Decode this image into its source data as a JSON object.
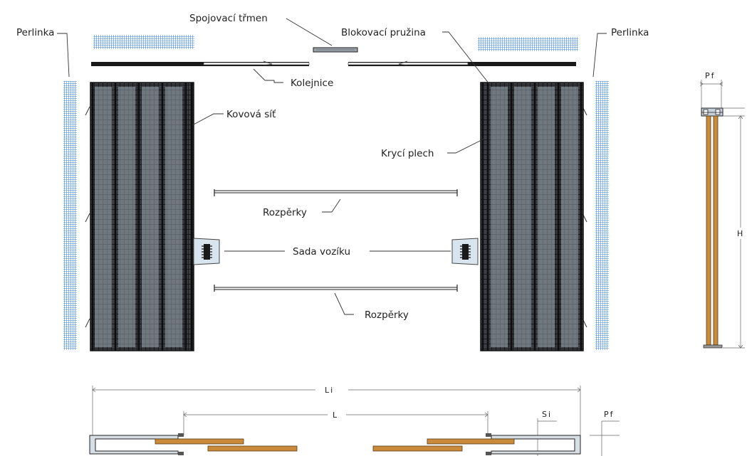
{
  "labels": {
    "spojovaci_trmen": "Spojovací třmen",
    "blokovaci_pruzina": "Blokovací pružina",
    "perlinka_left": "Perlinka",
    "perlinka_right": "Perlinka",
    "kolejnice": "Kolejnice",
    "kovova_sit": "Kovová síť",
    "kryci_plech": "Krycí plech",
    "rozperky_top": "Rozpěrky",
    "sada_voziku": "Sada vozíku",
    "rozperky_bottom": "Rozpěrky"
  },
  "dimensions": {
    "li": "Li",
    "l": "L",
    "si": "Si",
    "pf_plan": "Pf",
    "pf_side": "Pf",
    "h": "H"
  },
  "colors": {
    "mesh_blue": "#3a86d4",
    "frame_dark": "#1c1c1c",
    "panel_gray": "#8e9aa4",
    "wood": "#c98a3c"
  }
}
